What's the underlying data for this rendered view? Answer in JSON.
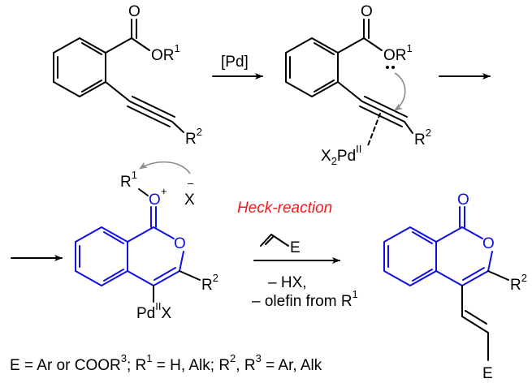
{
  "colors": {
    "reacting_core": "#1010e0",
    "heck_label": "#ee1c1c",
    "curved_arrows": "#8a8a8a",
    "text": "#000000"
  },
  "arrow1": {
    "reagent": "[Pd]"
  },
  "sm": {
    "carbonyl_o": "O",
    "ester_o": "O",
    "ester_r": "R",
    "ester_sup": "1",
    "alkyne_r": "R",
    "alkyne_sup": "2"
  },
  "int1": {
    "carbonyl_o": "O",
    "ester_o": "O",
    "ester_r": "R",
    "ester_sup": "1",
    "alkyne_r": "R",
    "alkyne_sup": "2",
    "pd_x": "X",
    "pd_sub": "2",
    "pd": "Pd",
    "pd_sup": "II"
  },
  "int2": {
    "r": "R",
    "r_sup": "1",
    "o_plus": "O",
    "plus": "+",
    "x": "X",
    "x_minus": "–",
    "carbonyl_o": "O",
    "ring_o": "O",
    "r2": "R",
    "r2_sup": "2",
    "pd": "Pd",
    "pd_sup": "II",
    "pd_x": "X"
  },
  "heck": {
    "label": "Heck-reaction",
    "olefin_e": "E",
    "cond1": "– HX,",
    "cond2_pre": "– olefin from R",
    "cond2_sup": "1"
  },
  "product": {
    "carbonyl_o": "O",
    "ring_o": "O",
    "r2": "R",
    "r2_sup": "2",
    "e": "E"
  },
  "footnote": {
    "p1": "E = Ar or COOR",
    "s1": "3",
    "p2": "; R",
    "s2": "1",
    "p3": " = H, Alk; R",
    "s3": "2",
    "p4": ", R",
    "s4": "3",
    "p5": " = Ar, Alk"
  }
}
